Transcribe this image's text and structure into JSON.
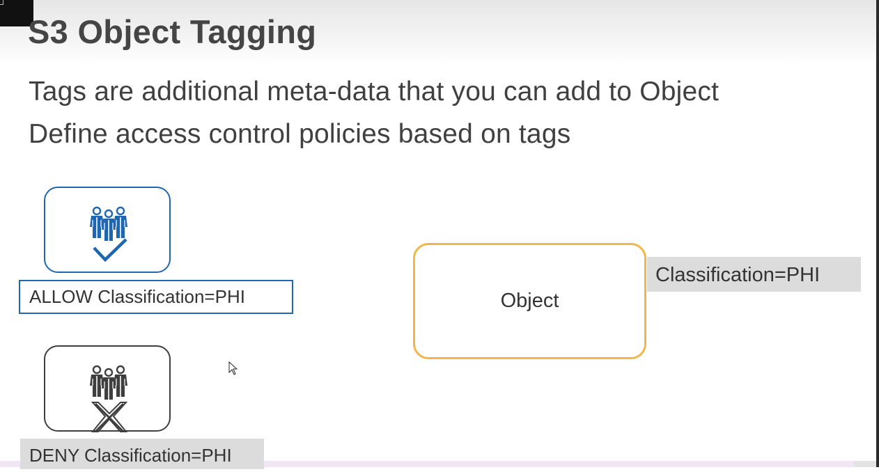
{
  "slide": {
    "title": "S3 Object Tagging",
    "bullets": [
      "Tags are additional meta-data that you can add to Object",
      "Define access control policies based on tags"
    ]
  },
  "diagram": {
    "allow": {
      "label": "ALLOW Classification=PHI",
      "icon": "users-group-icon",
      "mark": "checkmark-icon",
      "color": "#1e67b0"
    },
    "deny": {
      "label": "DENY Classification=PHI",
      "icon": "users-group-icon",
      "mark": "cross-icon",
      "color": "#3f3f3f"
    },
    "object": {
      "label": "Object",
      "border_color": "#f1b54b"
    },
    "tag": {
      "label": "Classification=PHI"
    }
  },
  "pointer": {
    "icon": "mouse-cursor-icon"
  }
}
